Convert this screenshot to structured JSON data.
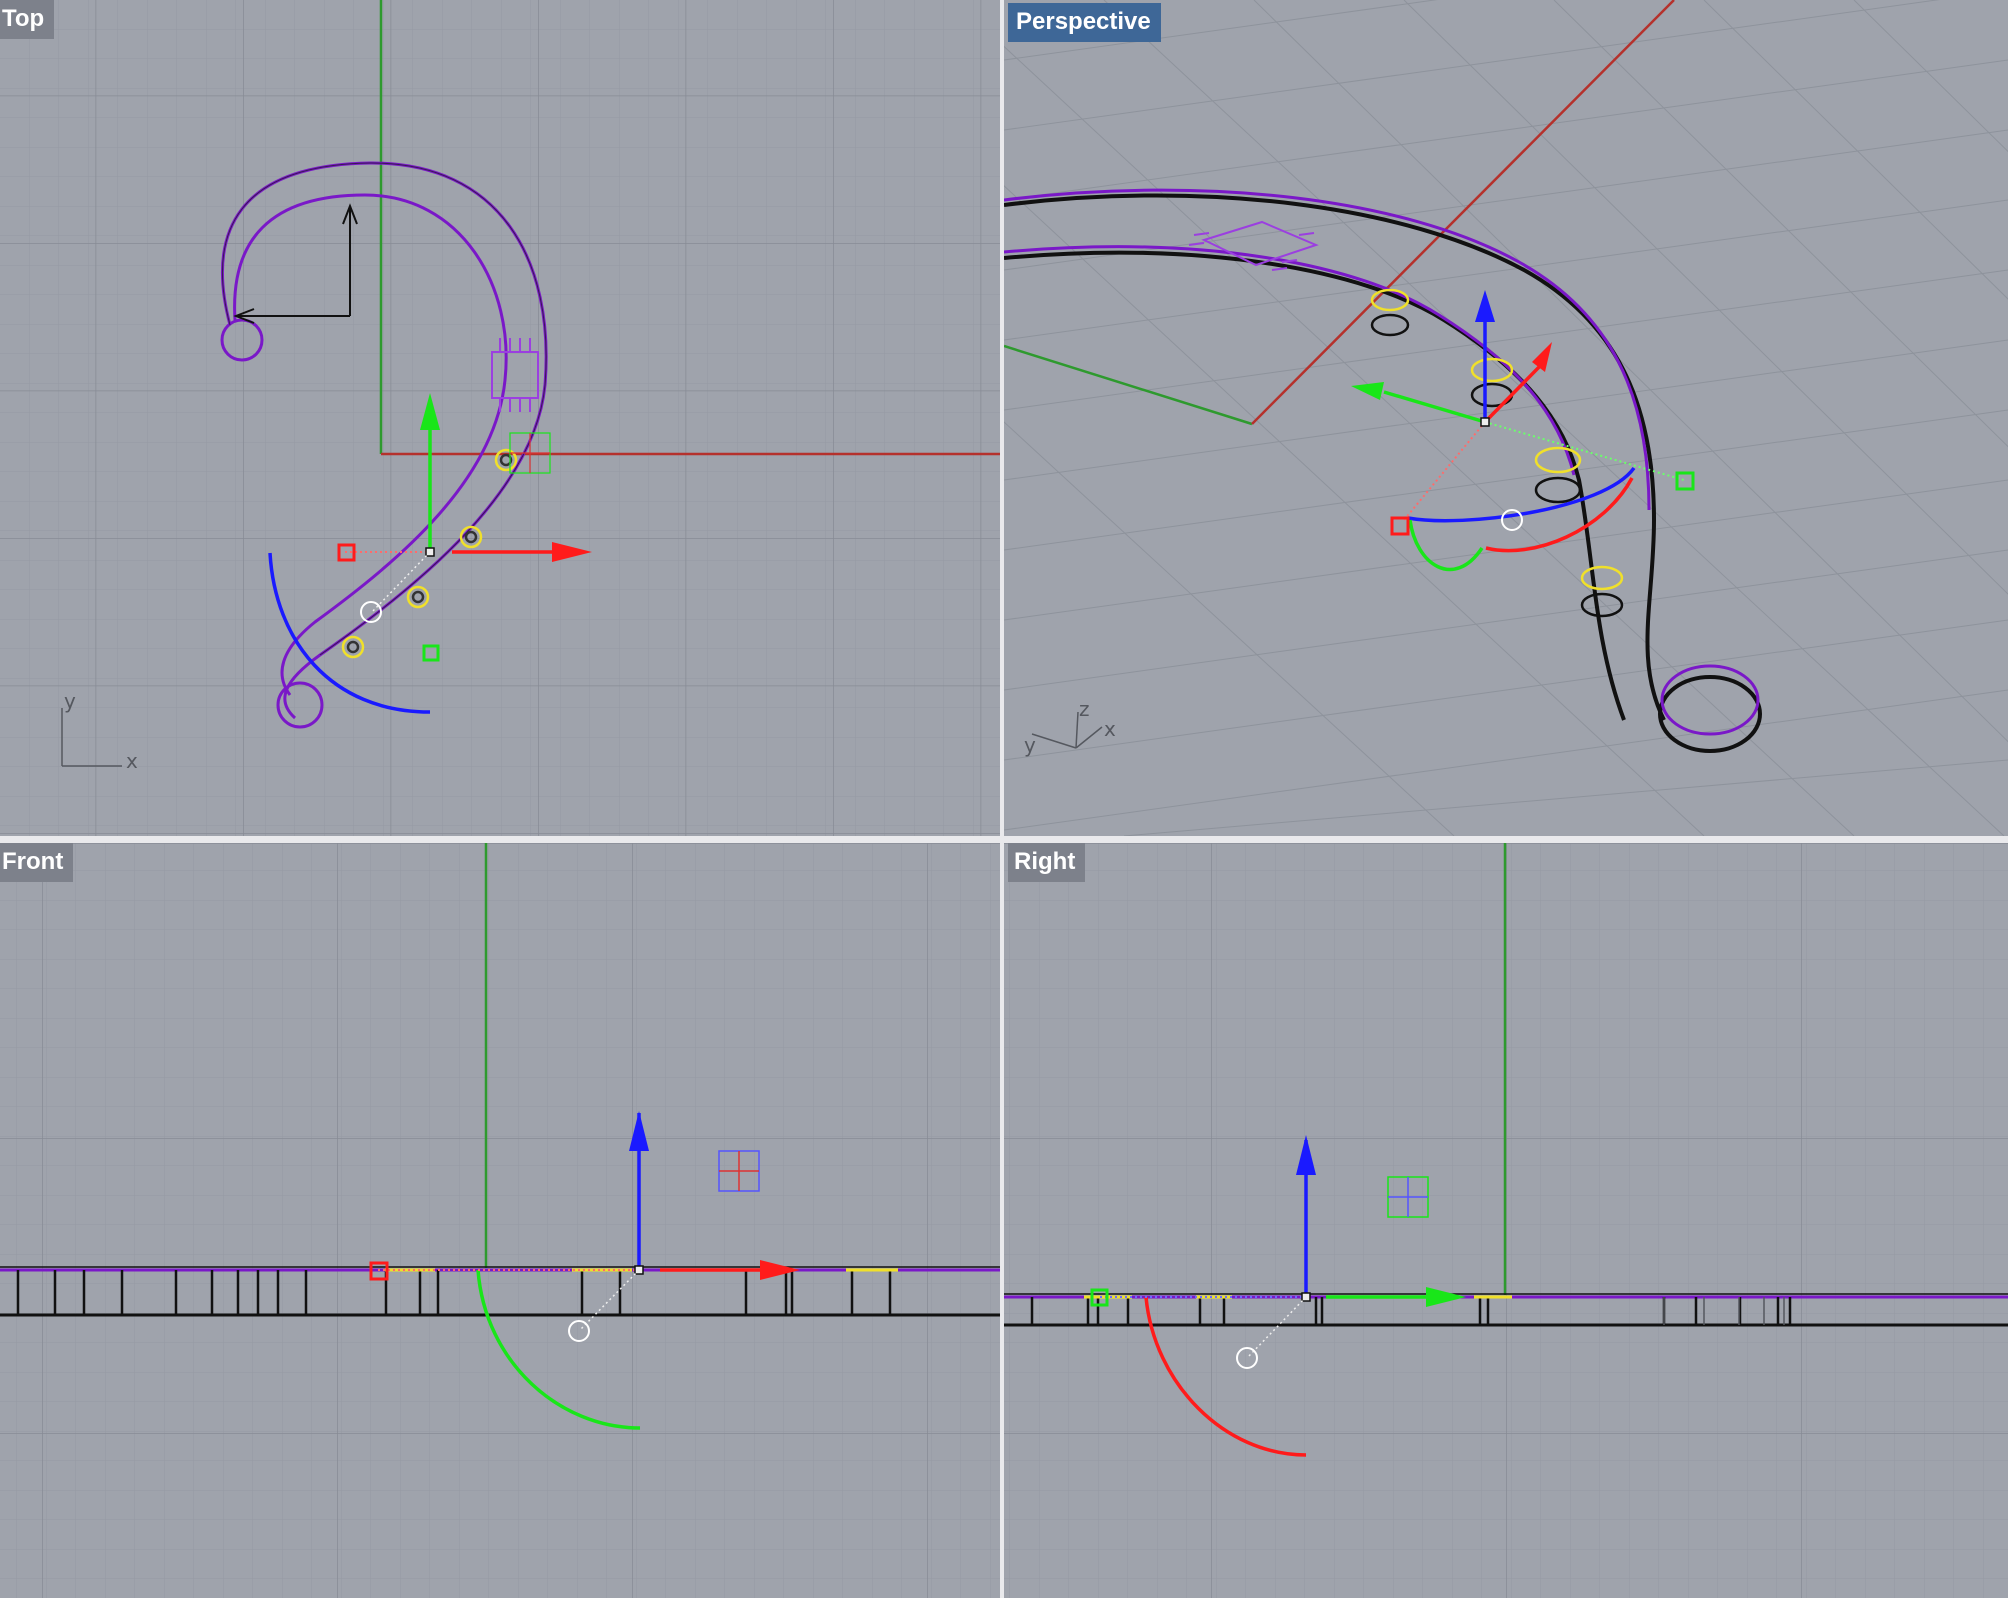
{
  "viewports": {
    "top": {
      "label": "Top"
    },
    "perspective": {
      "label": "Perspective"
    },
    "front": {
      "label": "Front"
    },
    "right": {
      "label": "Right"
    }
  },
  "axis_labels": {
    "x": "x",
    "y": "y",
    "z": "z"
  },
  "colors": {
    "viewport_bg": "#9fa3ac",
    "grid_minor": "#959aa3",
    "grid_major": "#878b95",
    "x_axis": "#b5312c",
    "y_axis": "#2e9a2e",
    "curve": "#7a18c8",
    "gizmo_x": "#ff1b1b",
    "gizmo_y": "#19e619",
    "gizmo_z": "#1a1aff",
    "highlight": "#f0e02a",
    "active_label_bg": "#3e6797"
  }
}
